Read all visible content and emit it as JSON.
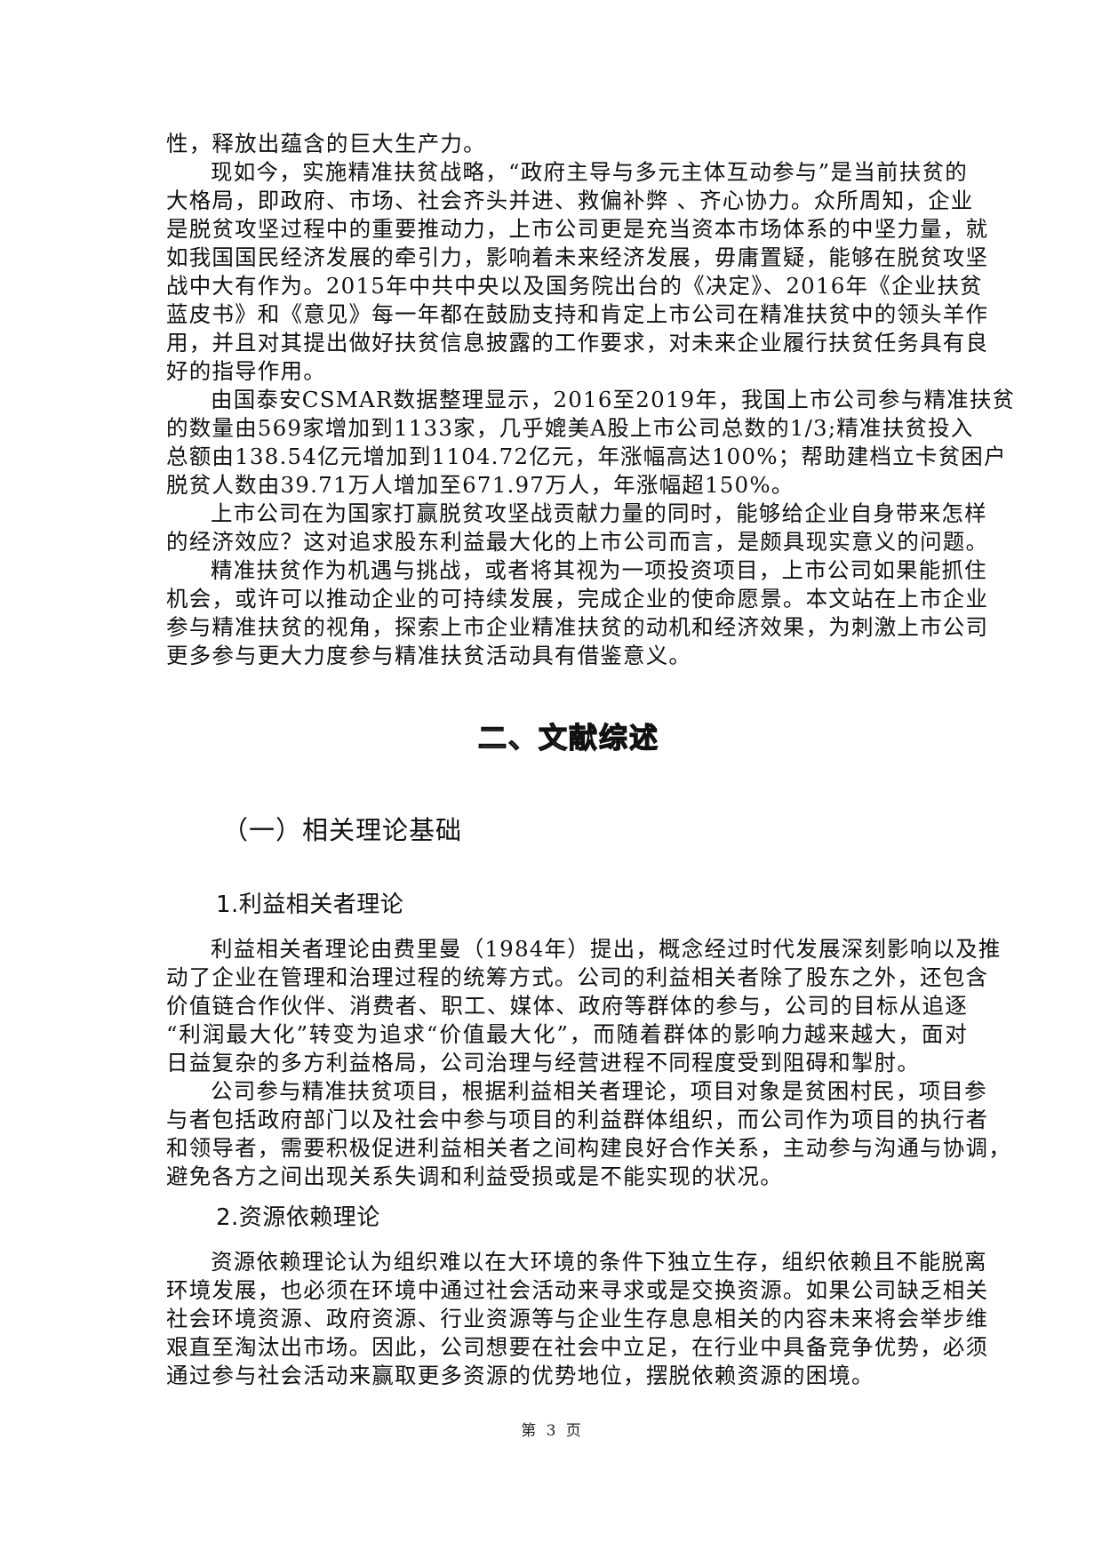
{
  "page": {
    "number_label": "第 3 页"
  },
  "intro": {
    "lines": [
      "性，释放出蕴含的巨大生产力。",
      "现如今，实施精准扶贫战略，“政府主导与多元主体互动参与”是当前扶贫的",
      "大格局，即政府、市场、社会齐头并进、救偏补弊 、齐心协力。众所周知，企业",
      "是脱贫攻坚过程中的重要推动力，上市公司更是充当资本市场体系的中坚力量，就",
      "如我国国民经济发展的牵引力，影响着未来经济发展，毋庸置疑，能够在脱贫攻坚",
      "战中大有作为。2015年中共中央以及国务院出台的《决定》、2016年《企业扶贫",
      "蓝皮书》和《意见》每一年都在鼓励支持和肯定上市公司在精准扶贫中的领头羊作",
      "用，并且对其提出做好扶贫信息披露的工作要求，对未来企业履行扶贫任务具有良",
      "好的指导作用。",
      "由国泰安CSMAR数据整理显示，2016至2019年，我国上市公司参与精准扶贫",
      "的数量由569家增加到1133家，几乎媲美A股上市公司总数的1/3;精准扶贫投入",
      "总额由138.54亿元增加到1104.72亿元，年涨幅高达100%；帮助建档立卡贫困户",
      "脱贫人数由39.71万人增加至671.97万人，年涨幅超150%。",
      "上市公司在为国家打赢脱贫攻坚战贡献力量的同时，能够给企业自身带来怎样",
      "的经济效应？这对追求股东利益最大化的上市公司而言，是颇具现实意义的问题。",
      "精准扶贫作为机遇与挑战，或者将其视为一项投资项目，上市公司如果能抓住",
      "机会，或许可以推动企业的可持续发展，完成企业的使命愿景。本文站在上市企业",
      "参与精准扶贫的视角，探索上市企业精准扶贫的动机和经济效果，为刺激上市公司",
      "更多参与更大力度参与精准扶贫活动具有借鉴意义。"
    ]
  },
  "section2": {
    "title": "二、文献综述",
    "subsection1": {
      "title": "（一）相关理论基础",
      "theory1": {
        "title": "1.利益相关者理论",
        "lines": [
          "利益相关者理论由费里曼（1984年）提出，概念经过时代发展深刻影响以及推",
          "动了企业在管理和治理过程的统筹方式。公司的利益相关者除了股东之外，还包含",
          "价值链合作伙伴、消费者、职工、媒体、政府等群体的参与，公司的目标从追逐",
          "“利润最大化”转变为追求“价值最大化”，而随着群体的影响力越来越大，面对",
          "日益复杂的多方利益格局，公司治理与经营进程不同程度受到阻碍和掣肘。",
          "公司参与精准扶贫项目，根据利益相关者理论，项目对象是贫困村民，项目参",
          "与者包括政府部门以及社会中参与项目的利益群体组织，而公司作为项目的执行者",
          "和领导者，需要积极促进利益相关者之间构建良好合作关系，主动参与沟通与协调，",
          "避免各方之间出现关系失调和利益受损或是不能实现的状况。"
        ]
      },
      "theory2": {
        "title": "2.资源依赖理论",
        "lines": [
          "资源依赖理论认为组织难以在大环境的条件下独立生存，组织依赖且不能脱离",
          "环境发展，也必须在环境中通过社会活动来寻求或是交换资源。如果公司缺乏相关",
          "社会环境资源、政府资源、行业资源等与企业生存息息相关的内容未来将会举步维",
          "艰直至淘汰出市场。因此，公司想要在社会中立足，在行业中具备竞争优势，必须",
          "通过参与社会活动来赢取更多资源的优势地位，摆脱依赖资源的困境。"
        ]
      }
    }
  }
}
